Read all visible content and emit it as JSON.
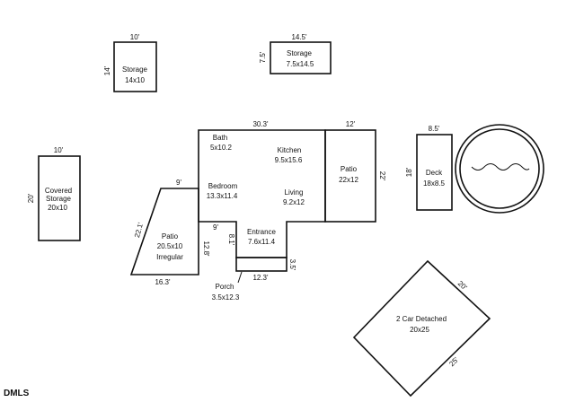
{
  "storage_1": {
    "width_dim": "10'",
    "depth_dim": "14'",
    "name": "Storage",
    "size": "14x10"
  },
  "storage_2": {
    "width_dim": "14.5'",
    "depth_dim": "7.5'",
    "name": "Storage",
    "size": "7.5x14.5"
  },
  "covered_storage": {
    "width_dim": "10'",
    "depth_dim": "20'",
    "name_line1": "Covered",
    "name_line2": "Storage",
    "size": "20x10"
  },
  "main_house": {
    "top_dim": "30.3'",
    "bath": {
      "name": "Bath",
      "size": "5x10.2"
    },
    "kitchen": {
      "name": "Kitchen",
      "size": "9.5x15.6"
    },
    "bedroom": {
      "name": "Bedroom",
      "size": "13.3x11.4"
    },
    "living": {
      "name": "Living",
      "size": "9.2x12"
    },
    "entrance": {
      "name": "Entrance",
      "size": "7.6x11.4"
    },
    "entrance_left_dim": "8.1'",
    "entrance_top_dim": "9'",
    "porch_width_dim": "12.3'",
    "porch_depth_dim": "3.5'",
    "porch": {
      "name": "Porch",
      "size": "3.5x12.3"
    }
  },
  "patio_irregular": {
    "top_dim": "9'",
    "left_dim": "22.1'",
    "right_dim": "12.8'",
    "bottom_dim": "16.3'",
    "name": "Patio",
    "size": "20.5x10",
    "shape_label": "Irregular"
  },
  "patio_right": {
    "top_dim": "12'",
    "right_dim": "22'",
    "name": "Patio",
    "size": "22x12"
  },
  "deck": {
    "top_dim": "8.5'",
    "left_dim": "18'",
    "name": "Deck",
    "size": "18x8.5"
  },
  "garage": {
    "top_dim": "20'",
    "side_dim": "25'",
    "name": "2 Car Detached",
    "size": "20x25"
  },
  "watermark": "DMLS"
}
